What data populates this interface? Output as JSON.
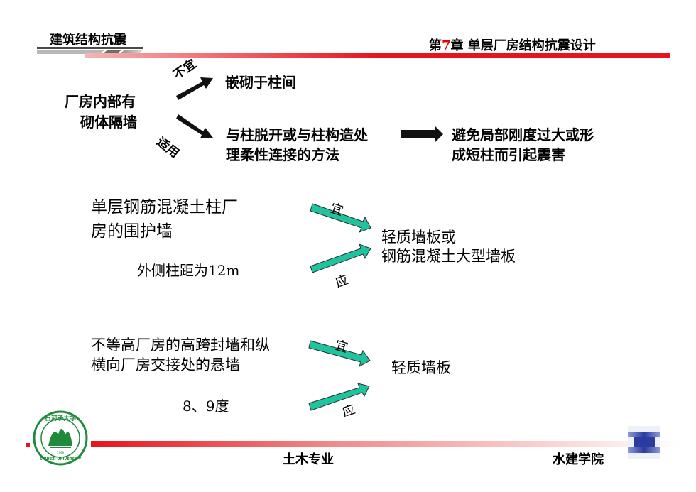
{
  "header": {
    "course": "建筑结构抗震",
    "chapter_prefix": "第",
    "chapter_num": "7",
    "chapter_suffix": "章 单层厂房结构抗震设计"
  },
  "section1": {
    "subject_line1": "厂房内部有",
    "subject_line2": "砌体隔墙",
    "label_not_suitable": "不宜",
    "label_suitable": "适用",
    "option_bad": "嵌砌于柱间",
    "option_good_line1": "与柱脱开或与柱构造处",
    "option_good_line2": "理柔性连接的方法",
    "result_line1": "避免局部刚度过大或形",
    "result_line2": "成短柱而引起震害"
  },
  "section2": {
    "title_line1": "单层钢筋混凝土柱厂",
    "title_line2": "房的围护墙",
    "condition": "外侧柱距为12m",
    "label_should": "宜",
    "label_must": "应",
    "result_line1": "轻质墙板或",
    "result_line2": "钢筋混凝土大型墙板"
  },
  "section3": {
    "title_line1": "不等高厂房的高跨封墙和纵",
    "title_line2": "横向厂房交接处的悬墙",
    "condition": "8、9度",
    "label_should": "宜",
    "label_must": "应",
    "result": "轻质墙板"
  },
  "footer": {
    "major": "土木专业",
    "school": "水建学院",
    "logo_text_top": "石河子大学",
    "logo_text_bottom": "SHIHEZI UNIVERSITY",
    "logo_year": "1949"
  },
  "colors": {
    "arrow_green": "#1fc39d",
    "accent_red": "#e8131d",
    "logo_green": "#1f8a3c",
    "footer_blue": "#2b3c9e"
  }
}
